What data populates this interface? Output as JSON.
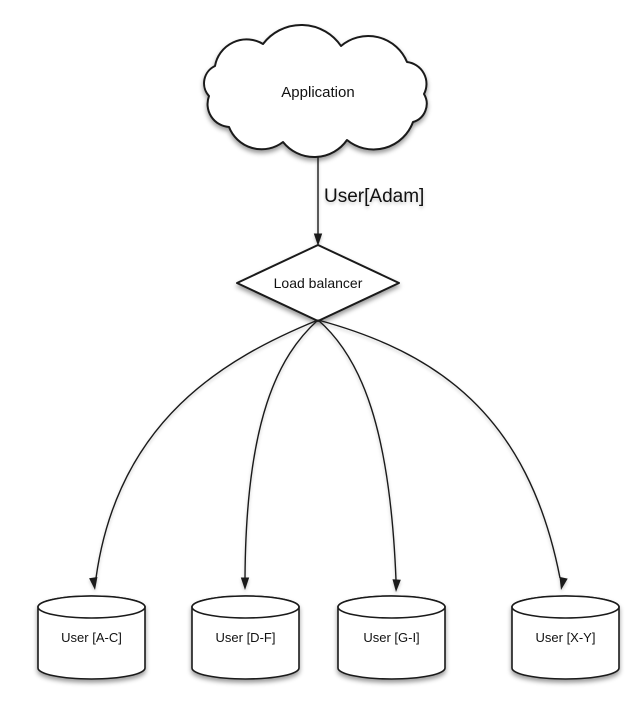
{
  "diagram": {
    "colors": {
      "background": "#ffffff",
      "stroke": "#1a1a1a",
      "fill": "#ffffff",
      "text": "#111111"
    },
    "nodes": {
      "application": {
        "type": "cloud",
        "label": "Application"
      },
      "load_balancer": {
        "type": "diamond",
        "label": "Load balancer"
      },
      "shards": [
        {
          "type": "cylinder",
          "label": "User [A-C]"
        },
        {
          "type": "cylinder",
          "label": "User [D-F]"
        },
        {
          "type": "cylinder",
          "label": "User [G-I]"
        },
        {
          "type": "cylinder",
          "label": "User [X-Y]"
        }
      ]
    },
    "edges": {
      "app_to_lb": {
        "from": "Application",
        "to": "Load balancer",
        "label": "User[Adam]"
      },
      "lb_to_shards": [
        {
          "from": "Load balancer",
          "to": "User [A-C]"
        },
        {
          "from": "Load balancer",
          "to": "User [D-F]"
        },
        {
          "from": "Load balancer",
          "to": "User [G-I]"
        },
        {
          "from": "Load balancer",
          "to": "User [X-Y]"
        }
      ]
    }
  }
}
